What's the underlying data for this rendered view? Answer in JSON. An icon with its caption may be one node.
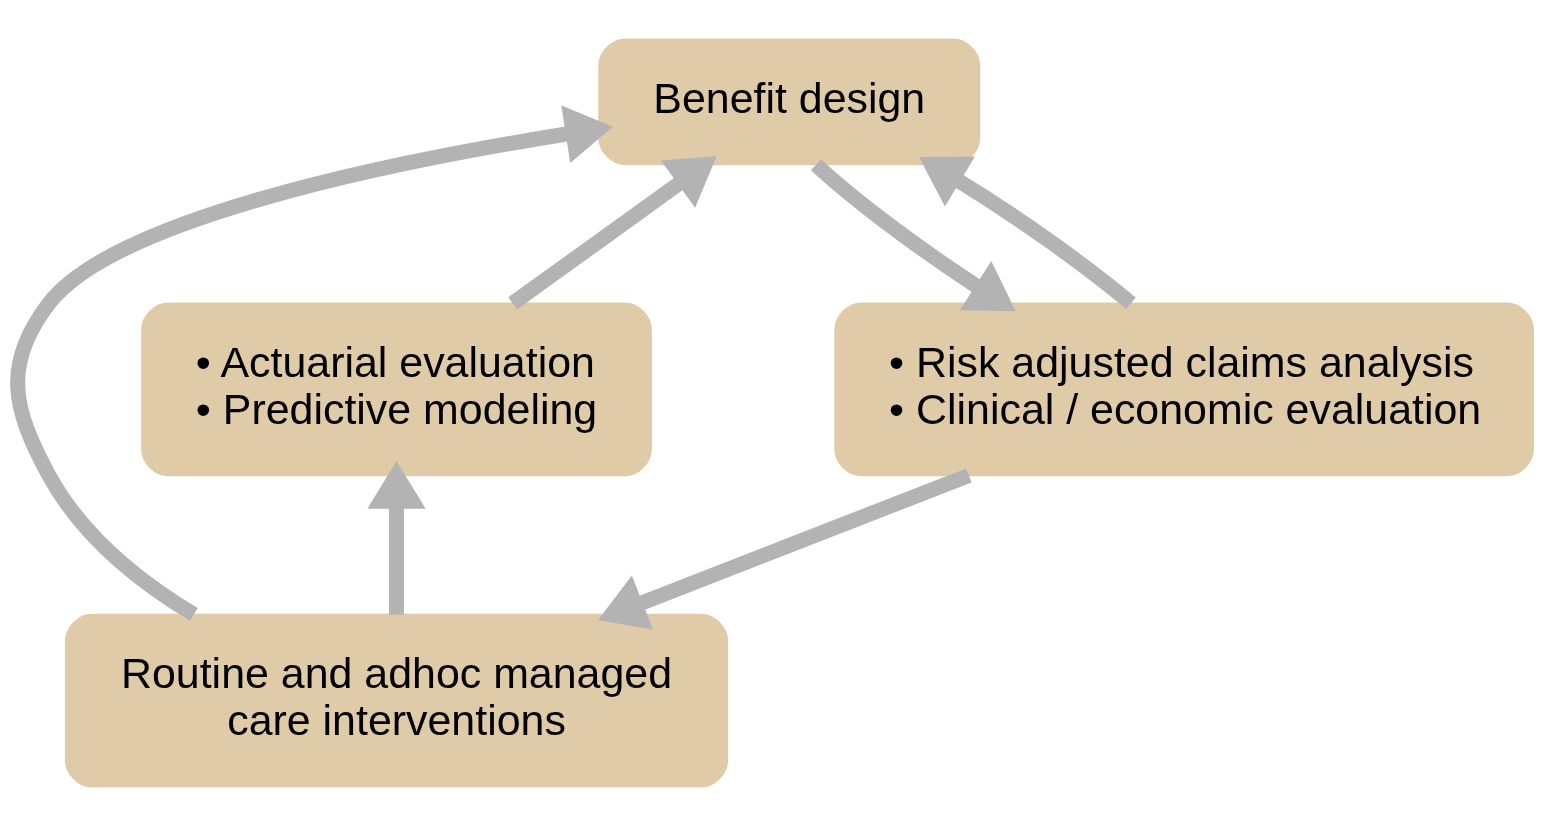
{
  "diagram": {
    "nodes": [
      {
        "text": [
          "Benefit design"
        ]
      },
      {
        "text": [
          "• Risk adjusted claims analysis",
          "• Clinical / economic evaluation"
        ]
      },
      {
        "text": [
          "Routine and adhoc managed care interventions"
        ]
      },
      {
        "text": [
          "• Actuarial evaluation",
          "• Predictive modeling"
        ]
      }
    ],
    "edges": [
      {
        "from": 0,
        "to": 1,
        "arrow": "to"
      },
      {
        "from": 1,
        "to": 2,
        "arrow": "to"
      },
      {
        "from": 2,
        "to": 3,
        "arrow": "to"
      },
      {
        "from": 3,
        "to": 0,
        "arrow": "to"
      },
      {
        "from": 1,
        "to": 0,
        "arrow": "to"
      },
      {
        "from": 2,
        "to": 0,
        "arrow": "to"
      }
    ]
  }
}
